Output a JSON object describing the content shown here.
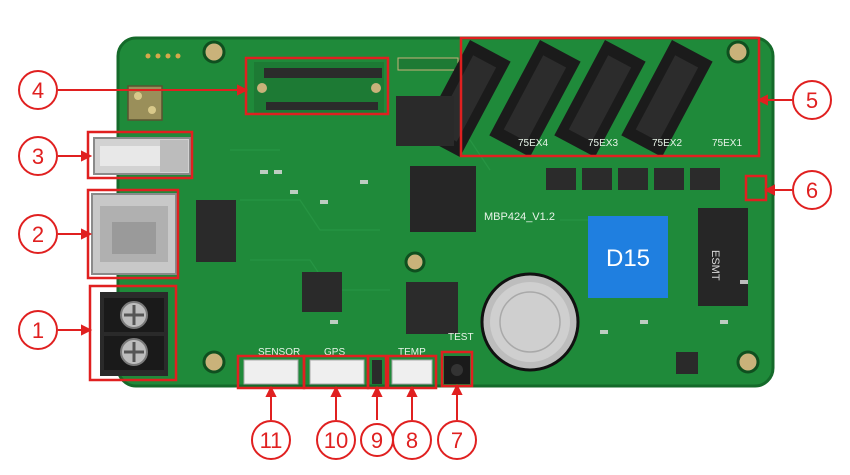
{
  "board": {
    "model_silk": "MBP424_V1.2",
    "module_label": "D15",
    "chip_label": "ESMT",
    "hub_labels": [
      "75EX4",
      "75EX3",
      "75EX2",
      "75EX1"
    ],
    "port_labels": [
      "SENSOR",
      "GPS",
      "TEMP",
      "TEST"
    ],
    "colors": {
      "pcb": "#1f8a3a",
      "pcb_dark": "#166e2c",
      "callout": "#e02020",
      "module_blue": "#1f7fe0"
    }
  },
  "callouts": [
    "1",
    "2",
    "3",
    "4",
    "5",
    "6",
    "7",
    "8",
    "9",
    "10",
    "11"
  ]
}
